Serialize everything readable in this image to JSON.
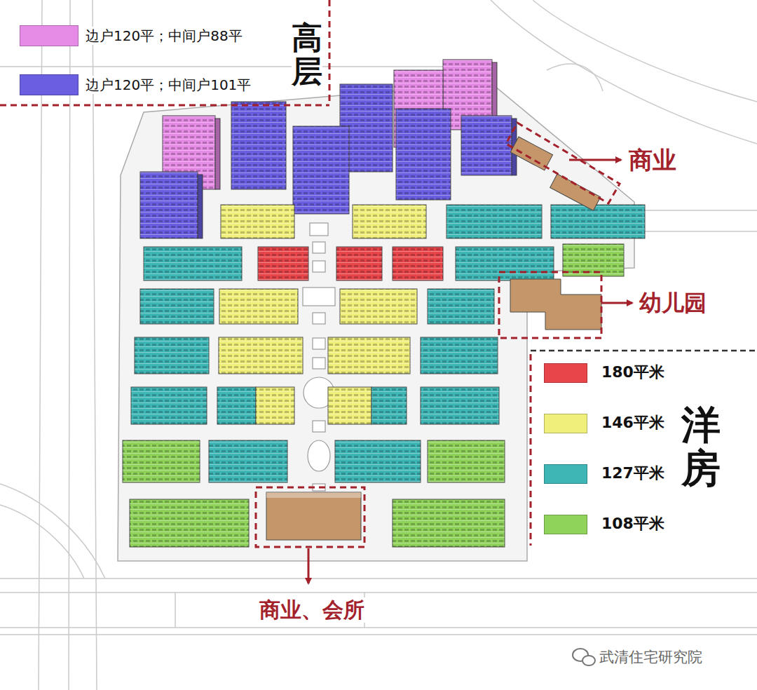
{
  "diagram": {
    "labels": [
      "高层",
      "商业",
      "幼儿园",
      "洋房",
      "商业、会所",
      "武清住宅研究院"
    ],
    "legend": [
      {
        "text": "边户120平；中间户88平",
        "color": "#e68be6"
      },
      {
        "text": "边户120平；中间户101平",
        "color": "#6a5fe0"
      },
      {
        "text": "180平米",
        "color": "#e8454b"
      },
      {
        "text": "146平米",
        "color": "#f0ef7c"
      },
      {
        "text": "127平米",
        "color": "#3eb6b6"
      },
      {
        "text": "108平米",
        "color": "#8fd35b"
      }
    ]
  }
}
